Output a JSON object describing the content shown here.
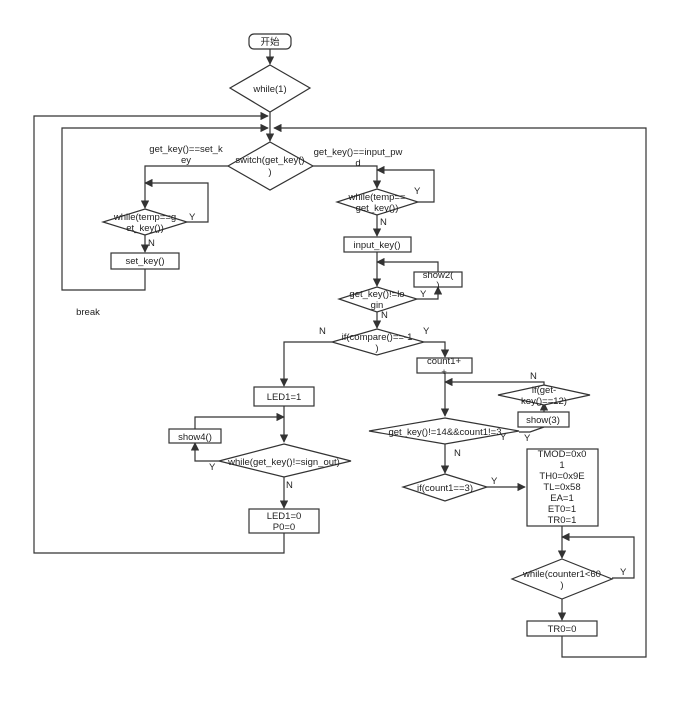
{
  "nodes": {
    "start": "开始",
    "while1": "while(1)",
    "switch": [
      "switch(get_key()",
      ")"
    ],
    "while_set": [
      "while(temp==g",
      "et_key())"
    ],
    "set_key": "set_key()",
    "while_input": [
      "while(temp==",
      "get_key())"
    ],
    "input_key": "input_key()",
    "show2": [
      "show2(",
      ")"
    ],
    "get_key_lo": [
      "get_key()!=lo",
      "gin"
    ],
    "if_compare": [
      "if(compare()==-1",
      ")"
    ],
    "count1_inc": [
      "count1+",
      "+"
    ],
    "led1_1": "LED1=1",
    "if_get_key_12": [
      "if(get-",
      "key()==12)"
    ],
    "show3": "show(3)",
    "get_key_14": "get_key()!=14&&count1!=3",
    "show4": "show4()",
    "while_sign_out": "while(get_key()!=sign_out)",
    "if_count1_3": "if(count1==3)",
    "timer_setup": [
      "TMOD=0x0",
      "1",
      "TH0=0x9E",
      "TL=0x58",
      "EA=1",
      "ET0=1",
      "TR0=1"
    ],
    "led1_0_p0": [
      "LED1=0",
      "P0=0"
    ],
    "while_counter": [
      "while(counter1<60",
      ")"
    ],
    "tr0_0": "TR0=0"
  },
  "edge_labels": {
    "get_key_set": [
      "get_key()==set_k",
      "ey"
    ],
    "get_key_input": [
      "get_key()==input_pw",
      "d"
    ],
    "break": "break",
    "y_while_set": "Y",
    "n_while_set": "N",
    "y_while_input": "Y",
    "n_while_input": "N",
    "y_lo": "Y",
    "n_lo": "N",
    "n_compare": "N",
    "y_compare": "Y",
    "n_if12": "N",
    "y_if12": "Y",
    "y_14": "Y",
    "n_14": "N",
    "y_count3": "Y",
    "y_sign_out": "Y",
    "n_sign_out": "N",
    "y_counter": "Y"
  }
}
